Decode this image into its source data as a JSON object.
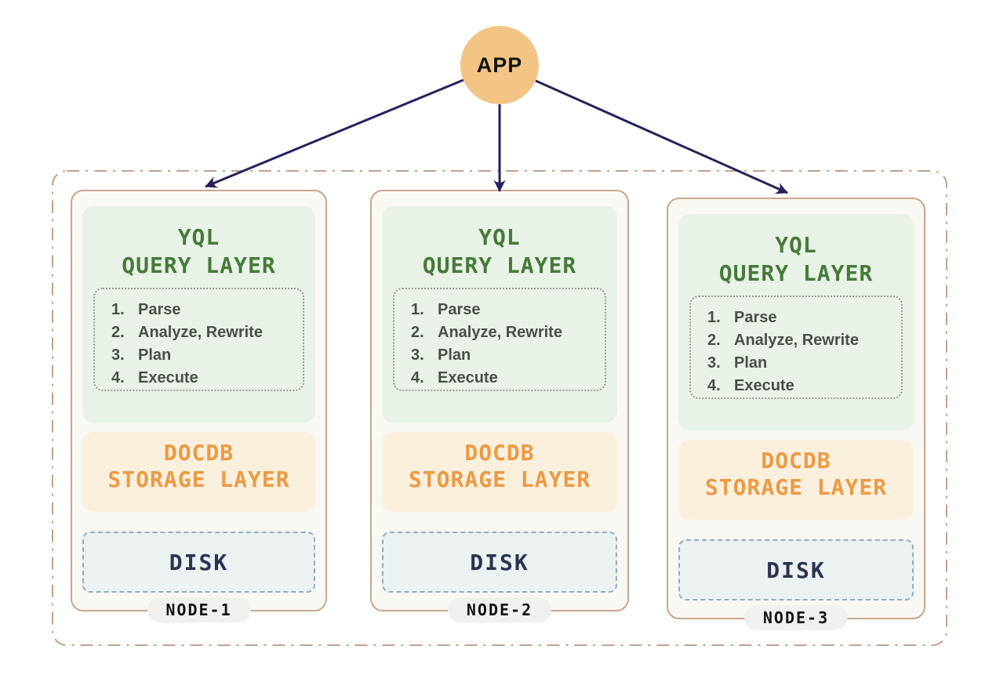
{
  "app": {
    "label": "APP"
  },
  "cluster": {
    "nodes": [
      {
        "label": "NODE-1",
        "query_layer": {
          "title_line1": "YQL",
          "title_line2": "QUERY LAYER",
          "steps": [
            {
              "num": "1.",
              "text": "Parse"
            },
            {
              "num": "2.",
              "text": "Analyze, Rewrite"
            },
            {
              "num": "3.",
              "text": "Plan"
            },
            {
              "num": "4.",
              "text": "Execute"
            }
          ]
        },
        "storage_layer": {
          "title_line1": "DOCDB",
          "title_line2": "STORAGE LAYER"
        },
        "disk": {
          "label": "DISK"
        }
      },
      {
        "label": "NODE-2",
        "query_layer": {
          "title_line1": "YQL",
          "title_line2": "QUERY LAYER",
          "steps": [
            {
              "num": "1.",
              "text": "Parse"
            },
            {
              "num": "2.",
              "text": "Analyze, Rewrite"
            },
            {
              "num": "3.",
              "text": "Plan"
            },
            {
              "num": "4.",
              "text": "Execute"
            }
          ]
        },
        "storage_layer": {
          "title_line1": "DOCDB",
          "title_line2": "STORAGE LAYER"
        },
        "disk": {
          "label": "DISK"
        }
      },
      {
        "label": "NODE-3",
        "query_layer": {
          "title_line1": "YQL",
          "title_line2": "QUERY LAYER",
          "steps": [
            {
              "num": "1.",
              "text": "Parse"
            },
            {
              "num": "2.",
              "text": "Analyze, Rewrite"
            },
            {
              "num": "3.",
              "text": "Plan"
            },
            {
              "num": "4.",
              "text": "Execute"
            }
          ]
        },
        "storage_layer": {
          "title_line1": "DOCDB",
          "title_line2": "STORAGE LAYER"
        },
        "disk": {
          "label": "DISK"
        }
      }
    ]
  },
  "colors": {
    "app_circle": "#F2C585",
    "app_text": "#141414",
    "arrow": "#26225B",
    "outer_border": "#C5A18D",
    "card_bg": "#FAF8F3",
    "card_border": "#C8A78F",
    "query_bg": "#E8F2E6",
    "query_text": "#47793B",
    "steps_border": "#979C95",
    "step_text": "#4D4D4D",
    "storage_bg": "#FBF0DD",
    "storage_text": "#EC9A44",
    "disk_bg": "#ECF1F1",
    "disk_border": "#93AEC2",
    "disk_text": "#2A3450",
    "node_pill_bg": "#F0F0EE",
    "node_pill_text": "#121212"
  }
}
